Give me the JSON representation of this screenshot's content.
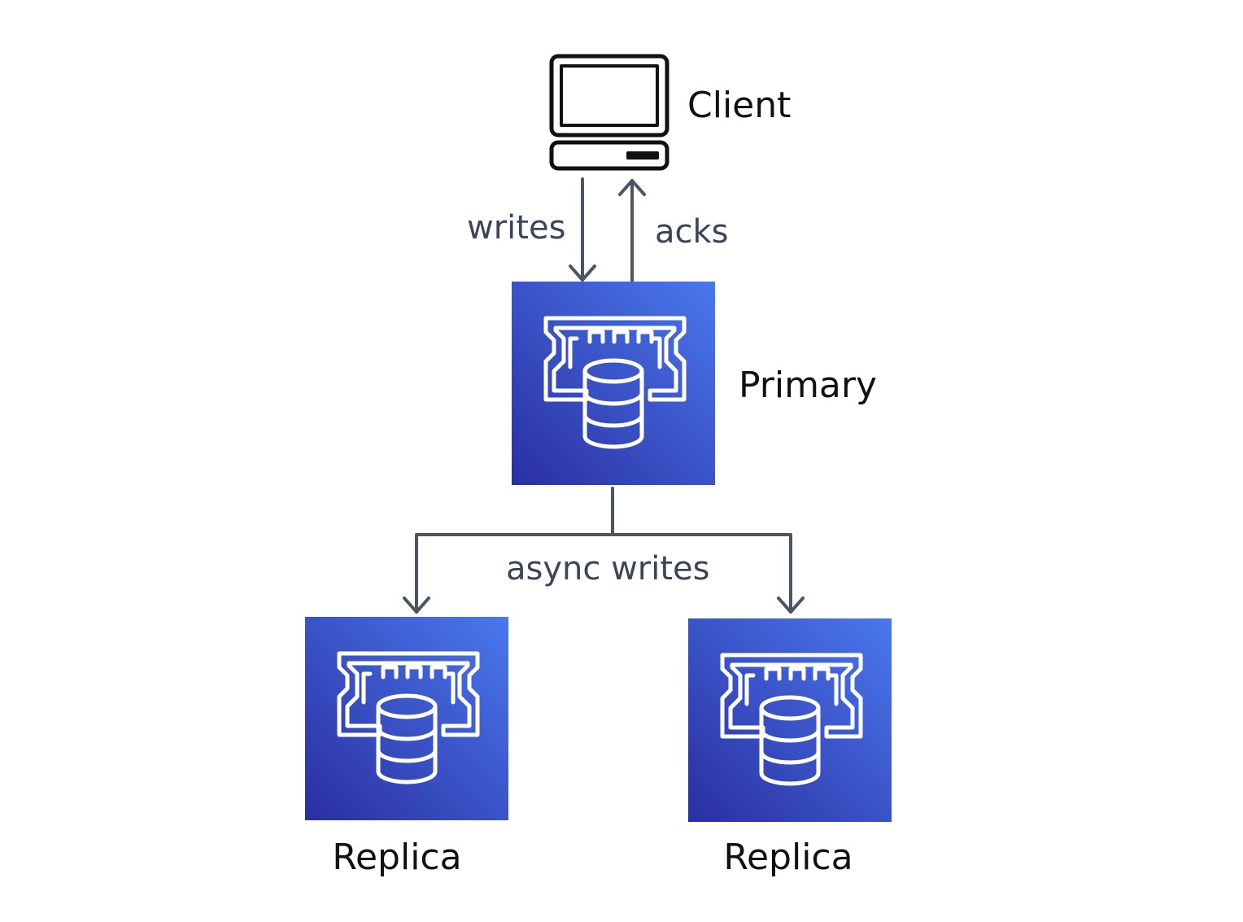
{
  "diagram": {
    "nodes": {
      "client": {
        "label": "Client",
        "icon": "desktop-computer-icon"
      },
      "primary": {
        "label": "Primary",
        "icon": "memory-database-icon"
      },
      "replica_left": {
        "label": "Replica",
        "icon": "memory-database-icon"
      },
      "replica_right": {
        "label": "Replica",
        "icon": "memory-database-icon"
      }
    },
    "edges": {
      "writes": {
        "label": "writes",
        "from": "client",
        "to": "primary"
      },
      "acks": {
        "label": "acks",
        "from": "primary",
        "to": "client"
      },
      "async_writes": {
        "label": "async writes",
        "from": "primary",
        "to": [
          "replica_left",
          "replica_right"
        ]
      }
    }
  },
  "colors": {
    "node_gradient_start": "#2a2fa0",
    "node_gradient_end": "#4a78ee",
    "connector": "#4a5565",
    "edge_label": "#3b4656",
    "node_label": "#111111"
  }
}
